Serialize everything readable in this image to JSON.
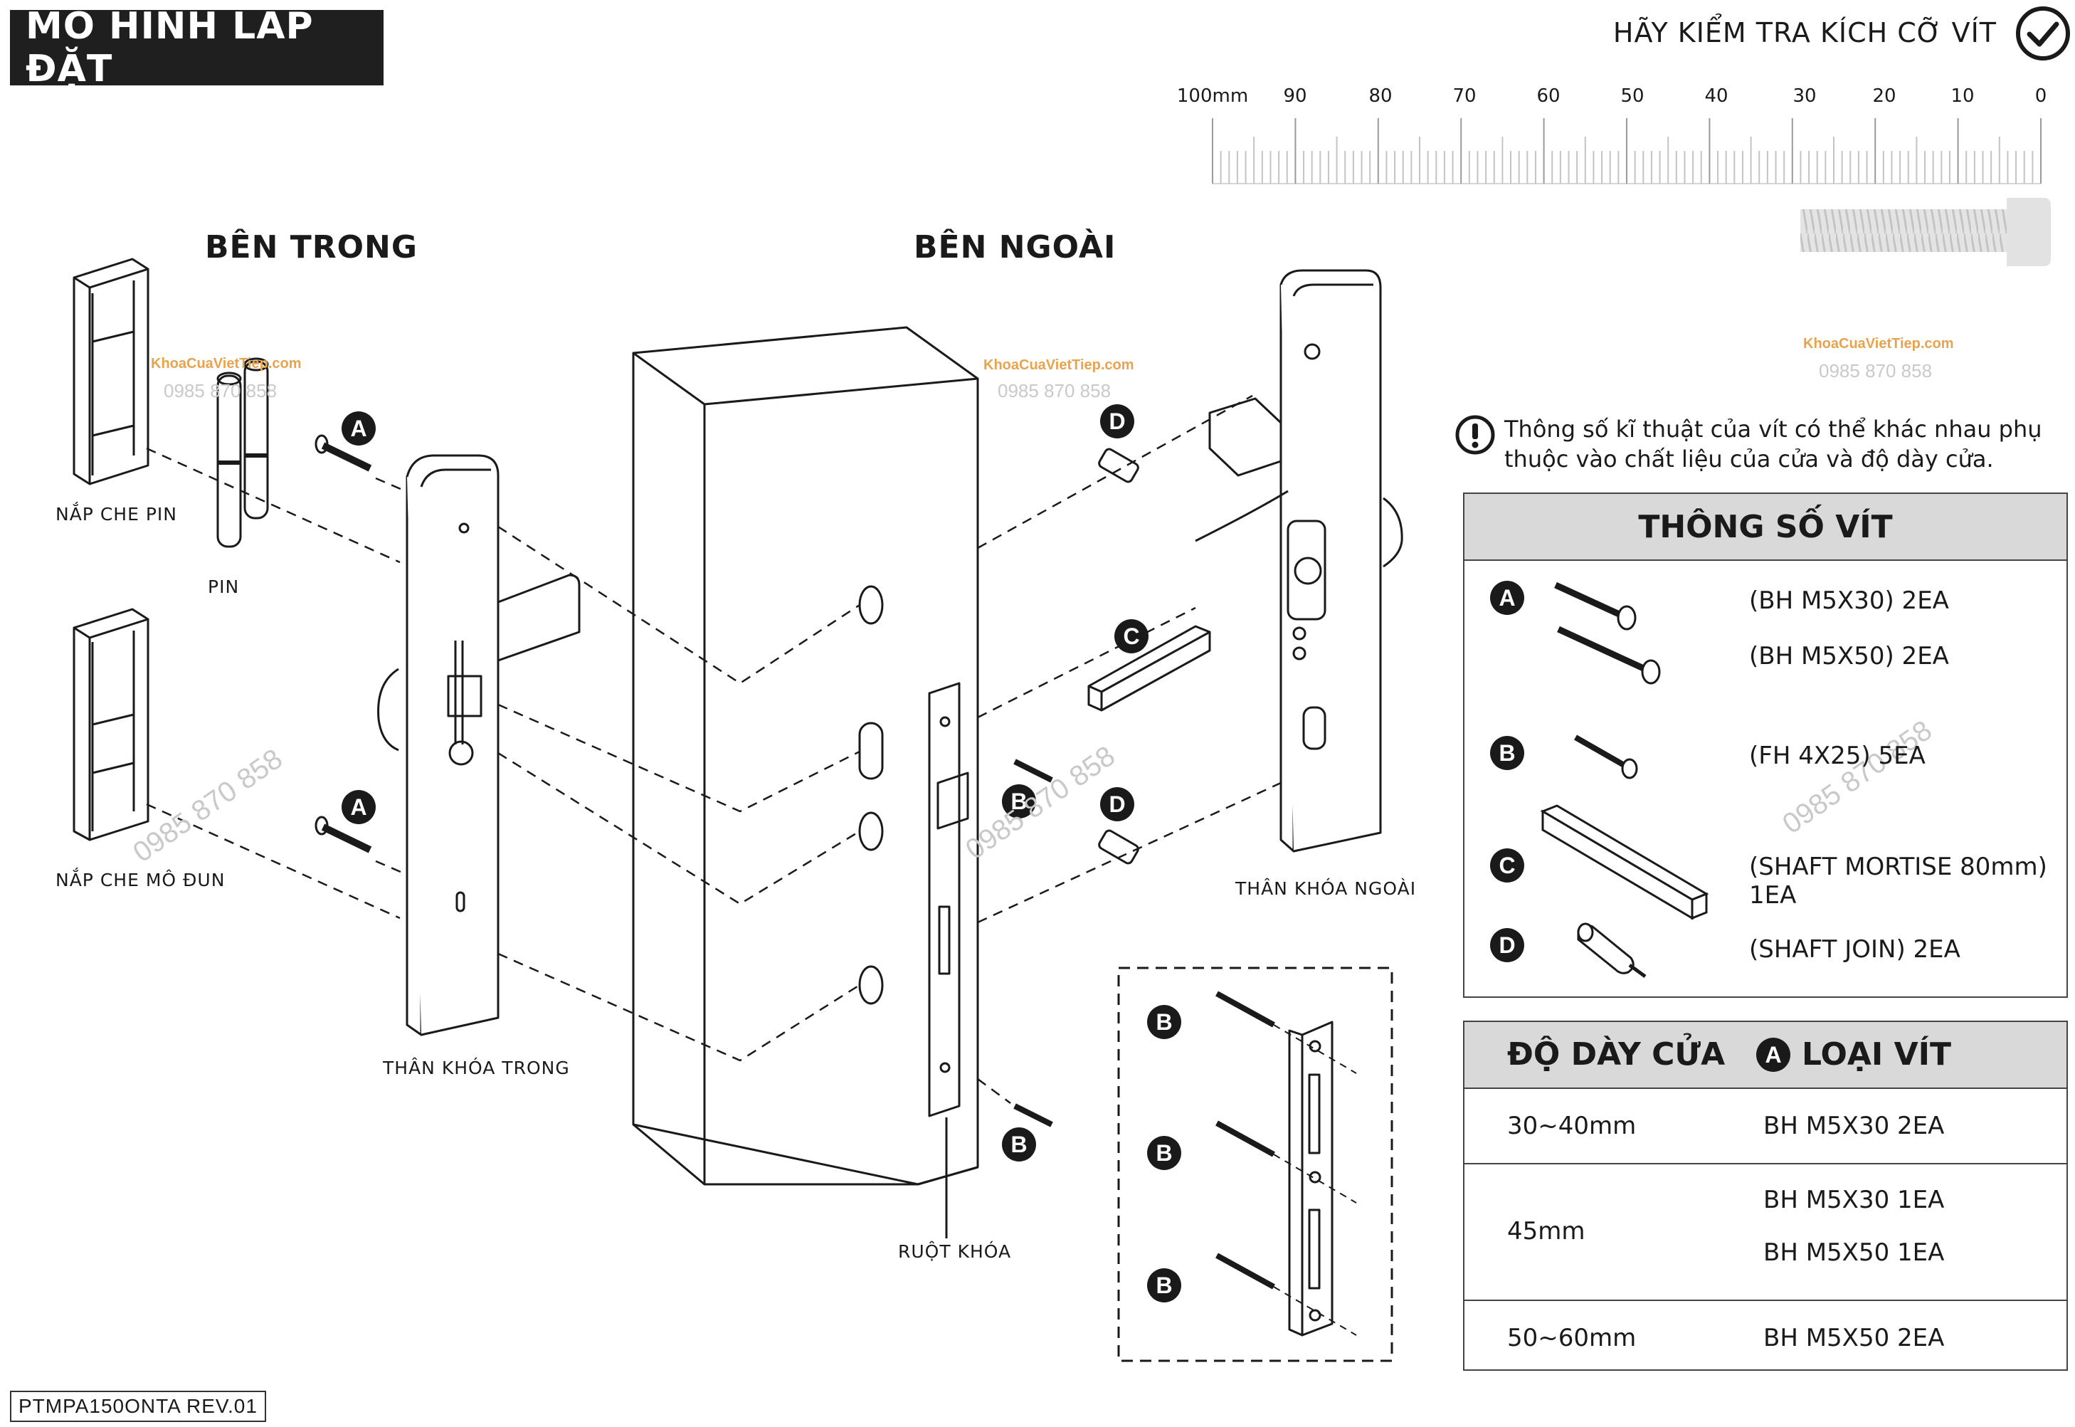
{
  "header": {
    "title": "MÔ HÌNH LẮP ĐẶT",
    "check_title": "HÃY KIỂM TRA KÍCH CỠ VÍT"
  },
  "ruler": {
    "labels": [
      "100mm",
      "90",
      "80",
      "70",
      "60",
      "50",
      "40",
      "30",
      "20",
      "10",
      "0"
    ]
  },
  "sections": {
    "inside": "BÊN TRONG",
    "outside": "BÊN NGOÀI"
  },
  "parts": {
    "battery_cover": "NẮP CHE PIN",
    "battery": "PIN",
    "module_cover": "NẮP CHE MÔ ĐUN",
    "inner_body": "THÂN KHÓA TRONG",
    "outer_body": "THÂN KHÓA NGOÀI",
    "mortise": "RUỘT KHÓA"
  },
  "badges": {
    "a": "A",
    "b": "B",
    "c": "C",
    "d": "D"
  },
  "note": "Thông số kĩ thuật của vít có thể khác nhau phụ thuộc vào chất liệu của cửa và độ dày cửa.",
  "screw_spec": {
    "title": "THÔNG SỐ VÍT",
    "items": [
      {
        "badge": "A",
        "lines": [
          "(BH M5X30) 2EA",
          "(BH M5X50) 2EA"
        ]
      },
      {
        "badge": "B",
        "lines": [
          "(FH 4X25) 5EA"
        ]
      },
      {
        "badge": "C",
        "lines": [
          "(SHAFT MORTISE 80mm) 1EA"
        ]
      },
      {
        "badge": "D",
        "lines": [
          "(SHAFT JOIN) 2EA"
        ]
      }
    ]
  },
  "thickness_table": {
    "col1": "ĐỘ DÀY CỬA",
    "col2_badge": "A",
    "col2": "LOẠI VÍT",
    "rows": [
      {
        "thickness": "30~40mm",
        "screws": [
          "BH M5X30 2EA"
        ]
      },
      {
        "thickness": "45mm",
        "screws": [
          "BH M5X30 1EA",
          "BH M5X50 1EA"
        ]
      },
      {
        "thickness": "50~60mm",
        "screws": [
          "BH M5X50 2EA"
        ]
      }
    ]
  },
  "footer": {
    "revision": "PTMPA150ONTA  REV.01"
  },
  "watermark": {
    "brand": "KhoaCuaVietTiep.com",
    "phone": "0985 870 858"
  }
}
